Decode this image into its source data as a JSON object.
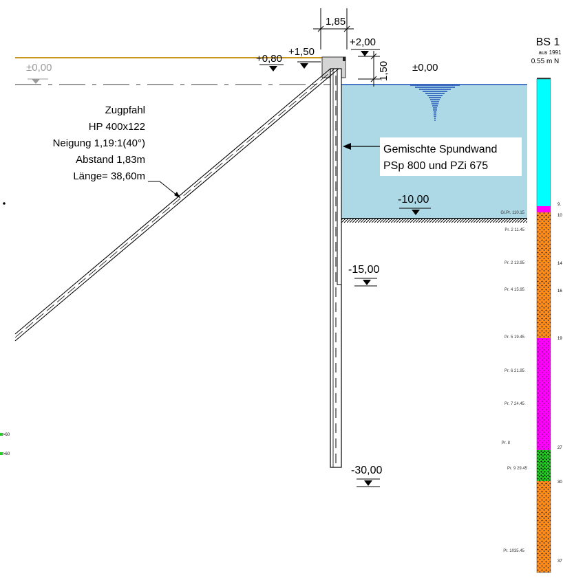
{
  "colors": {
    "water": "#add8e6",
    "water_line": "#1a4fb5",
    "ground_line": "#c8961e",
    "level_grey": "#9a9a9a",
    "soil_cyan": "#00ffff",
    "soil_magenta": "#ff00ff",
    "soil_orange": "#ff8c1a",
    "soil_green": "#22cc22"
  },
  "dimensions": {
    "top_width": "1,85",
    "plus_150": "+1,50",
    "plus_080": "+0,80",
    "plus_200": "+2,00",
    "height_150": "1,50"
  },
  "levels": {
    "left_zero": "±0,00",
    "water_zero": "±0,00",
    "minus_10": "-10,00",
    "minus_15": "-15,00",
    "minus_30": "-30,00"
  },
  "anchor_pile": {
    "lines": [
      "Zugpfahl",
      "HP 400x122",
      "Neigung 1,19:1(40°)",
      "Abstand 1,83m",
      "Länge= 38,60m"
    ]
  },
  "sheet_wall": {
    "lines": [
      "Gemischte Spundwand",
      "PSp 800 und PZi 675"
    ]
  },
  "borehole": {
    "title": "BS 1",
    "subtitle": "aus 1991",
    "elevation": "0.55 m N",
    "depth_marks": [
      "9.",
      "10",
      "14",
      "16",
      "19",
      "27",
      "30",
      "37"
    ],
    "samples": [
      "Gl.Pr. 110.15",
      "Pr. 2 11.45",
      "Pr. 2 13.95",
      "Pr. 4 15.95",
      "Pr. 5 19.45",
      "Pr. 6 21.95",
      "Pr. 7 24.45",
      "Pr. 8",
      "Pr. 9 29.45",
      "Pr. 1035.45"
    ]
  },
  "side_marks": [
    ">60",
    ">60"
  ]
}
